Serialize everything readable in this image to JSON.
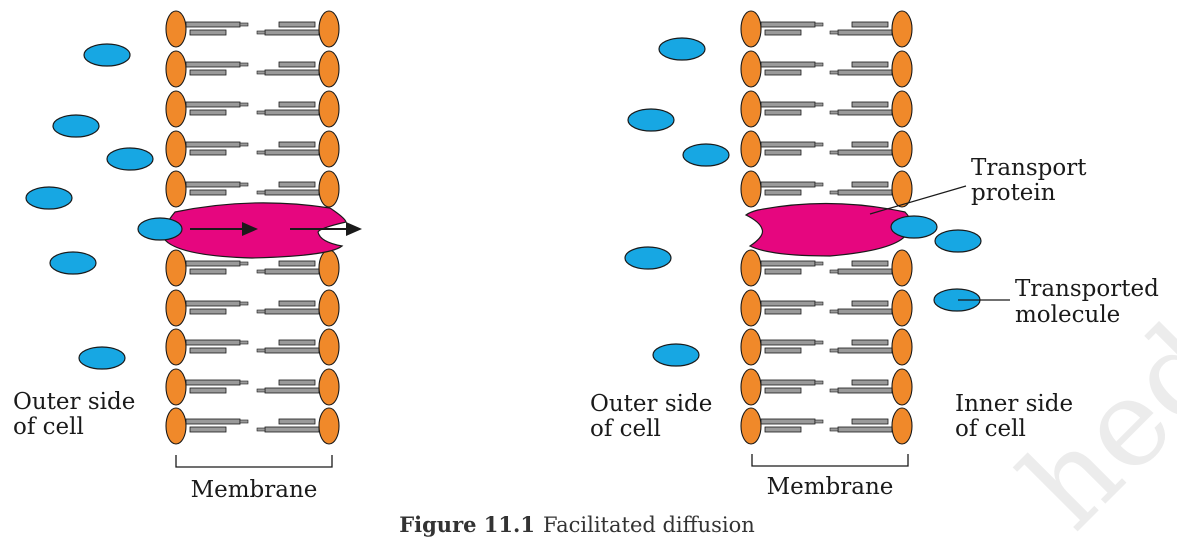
{
  "colors": {
    "phospholipid_head": "#f0892a",
    "lipid_tail": "#9a9a9a",
    "molecule": "#17a7e3",
    "transport_protein": "#e6067f",
    "outline": "#1a1a1a"
  },
  "panel_left": {
    "outer_side_line1": "Outer side",
    "outer_side_line2": "of cell",
    "membrane_label": "Membrane"
  },
  "panel_right": {
    "transport_protein_line1": "Transport",
    "transport_protein_line2": "protein",
    "transported_molecule_line1": "Transported",
    "transported_molecule_line2": "molecule",
    "outer_side_line1": "Outer side",
    "outer_side_line2": "of cell",
    "inner_side_line1": "Inner side",
    "inner_side_line2": "of cell",
    "membrane_label": "Membrane"
  },
  "caption": {
    "figure_label": "Figure 11.1",
    "text": "Facilitated diffusion"
  },
  "watermark": {
    "text": "hed"
  }
}
